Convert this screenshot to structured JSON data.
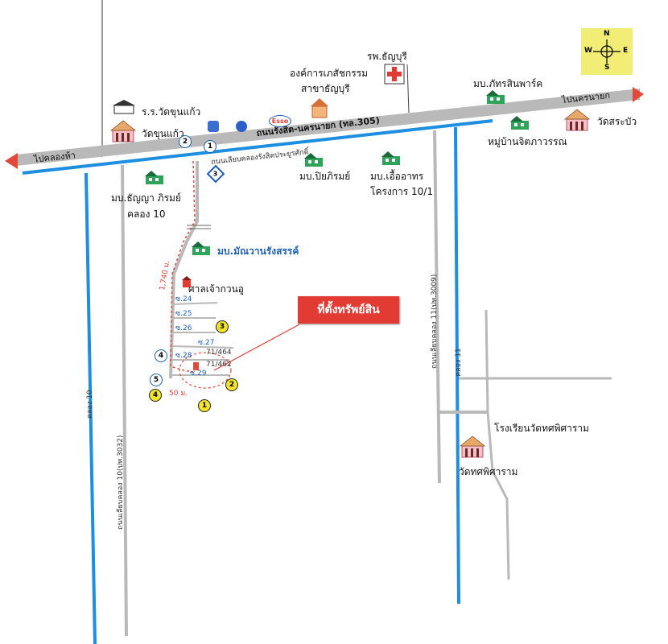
{
  "compass": {
    "n": "N",
    "s": "S",
    "e": "E",
    "w": "W"
  },
  "roads": {
    "main": "ถนนรังสิต-นครนายก (ทล.305)",
    "to_west": "ไปคลองห้า",
    "to_east": "ไปนครนายก",
    "parallel": "ถนนเลียบคลองรังสิตประยูรศักดิ์",
    "klong10_side": "ถนนเลียบคลอง 10(ปท.3032)",
    "klong11_side": "ถนนเลียบคลอง 11(ปท.3009)",
    "canal10": "คลอง 10",
    "canal11": "คลอง 11"
  },
  "places": {
    "school_khunkaew": "ร.ร.วัดขุนแก้ว",
    "wat_khunkaew": "วัดขุนแก้ว",
    "gpo": "องค์การเภสัชกรรม",
    "gpo_branch": "สาขาธัญบุรี",
    "hospital": "รพ.ธัญบุรี",
    "mb_phatsin": "มบ.ภัทรสินพาร์ค",
    "wat_sabua": "วัดสระบัว",
    "mb_chittawan": "หมู่บ้านจิตภาวรรณ",
    "mb_piyaphirom": "มบ.ปิยภิรมย์",
    "mb_euaathon": "มบ.เอื้ออาทร",
    "project": "โครงการ 10/1",
    "mb_thanya": "มบ.ธัญญา ภิรมย์",
    "klong10_label": "คลอง 10",
    "mb_manwan": "มบ.มัณวานรังสรรค์",
    "shrine": "ศาลเจ้ากวนอู",
    "school_thatsaphisaram": "โรงเรียนวัดทศพิศาราม",
    "wat_thatsaphisaram": "วัดทศพิศาราม"
  },
  "distances": {
    "side_road": "1,740 ม.",
    "short": "50 ม."
  },
  "sois": [
    "ซ.24",
    "ซ.25",
    "ซ.26",
    "ซ.27",
    "ซ.28",
    "ซ.29"
  ],
  "plots": [
    "71/464",
    "71/462"
  ],
  "callout": "ที่ตั้งทรัพย์สิน",
  "markers": {
    "m1": "1",
    "m2": "2",
    "m3": "3",
    "m4": "4",
    "m4b": "4",
    "m5": "5",
    "b1": "1",
    "b2": "2",
    "b3": "3"
  },
  "logos": {
    "esso": "Esso"
  },
  "colors": {
    "road_gray": "#b9b9b9",
    "canal_blue": "#1d8ee0",
    "callout_red": "#e23b33",
    "compass_yellow": "#f2ee75",
    "village_green": "#2ea35a",
    "marker_yellow": "#f1e22b"
  }
}
